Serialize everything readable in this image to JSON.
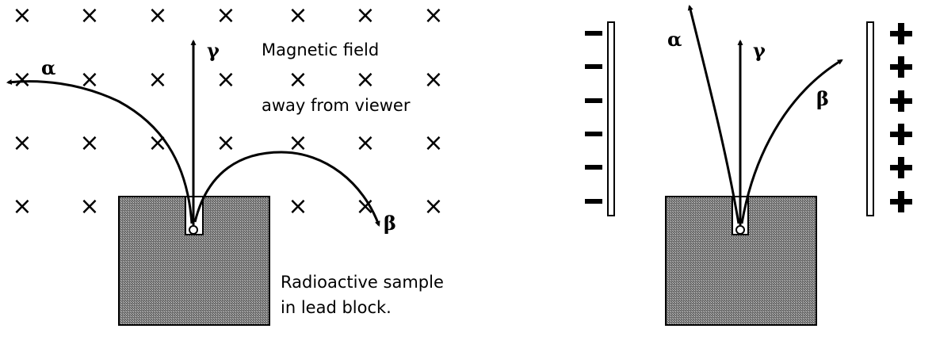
{
  "left_panel": {
    "field_label_line1": "Magnetic field",
    "field_label_line2": "away from viewer",
    "field_symbol": "×",
    "sample_label_line1": "Radioactive sample",
    "sample_label_line2": "in lead block.",
    "alpha": "α",
    "gamma": "γ",
    "beta": "β"
  },
  "right_panel": {
    "alpha": "α",
    "gamma": "γ",
    "beta": "β",
    "negative_symbol": "−",
    "positive_symbol": "+"
  },
  "colors": {
    "ink": "#000000",
    "block_fill": "#8a8a8a",
    "background": "#ffffff"
  }
}
